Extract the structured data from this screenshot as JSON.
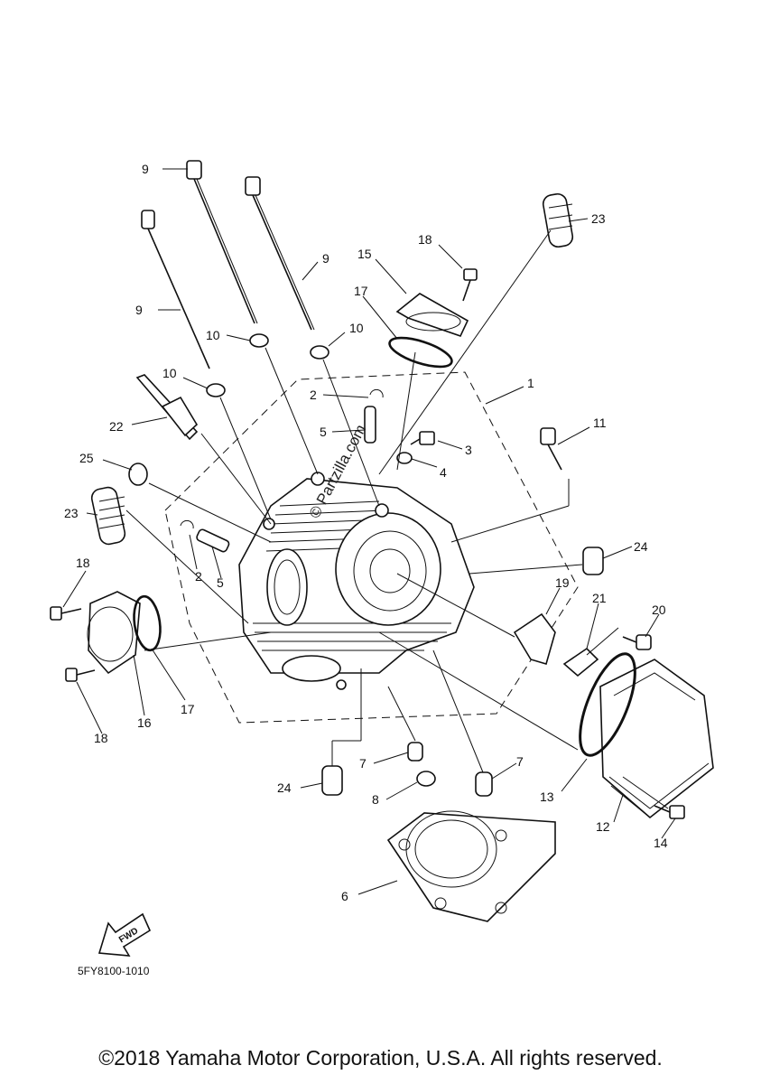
{
  "diagram_code": "5FY8100-1010",
  "fwd_label": "FWD",
  "copyright": "©2018 Yamaha Motor Corporation, U.S.A. All rights reserved.",
  "watermark": "© Partzilla.com",
  "callouts": [
    {
      "id": "c9a",
      "text": "9"
    },
    {
      "id": "c9b",
      "text": "9"
    },
    {
      "id": "c9c",
      "text": "9"
    },
    {
      "id": "c23a",
      "text": "23"
    },
    {
      "id": "c18a",
      "text": "18"
    },
    {
      "id": "c15",
      "text": "15"
    },
    {
      "id": "c17a",
      "text": "17"
    },
    {
      "id": "c10a",
      "text": "10"
    },
    {
      "id": "c10b",
      "text": "10"
    },
    {
      "id": "c10c",
      "text": "10"
    },
    {
      "id": "c1",
      "text": "1"
    },
    {
      "id": "c2a",
      "text": "2"
    },
    {
      "id": "c5a",
      "text": "5"
    },
    {
      "id": "c3",
      "text": "3"
    },
    {
      "id": "c4",
      "text": "4"
    },
    {
      "id": "c11",
      "text": "11"
    },
    {
      "id": "c22",
      "text": "22"
    },
    {
      "id": "c25",
      "text": "25"
    },
    {
      "id": "c23b",
      "text": "23"
    },
    {
      "id": "c24a",
      "text": "24"
    },
    {
      "id": "c2b",
      "text": "2"
    },
    {
      "id": "c5b",
      "text": "5"
    },
    {
      "id": "c18b",
      "text": "18"
    },
    {
      "id": "c19",
      "text": "19"
    },
    {
      "id": "c21",
      "text": "21"
    },
    {
      "id": "c20",
      "text": "20"
    },
    {
      "id": "c17b",
      "text": "17"
    },
    {
      "id": "c16",
      "text": "16"
    },
    {
      "id": "c18c",
      "text": "18"
    },
    {
      "id": "c7a",
      "text": "7"
    },
    {
      "id": "c7b",
      "text": "7"
    },
    {
      "id": "c13",
      "text": "13"
    },
    {
      "id": "c24b",
      "text": "24"
    },
    {
      "id": "c8",
      "text": "8"
    },
    {
      "id": "c12",
      "text": "12"
    },
    {
      "id": "c14",
      "text": "14"
    },
    {
      "id": "c6",
      "text": "6"
    }
  ]
}
